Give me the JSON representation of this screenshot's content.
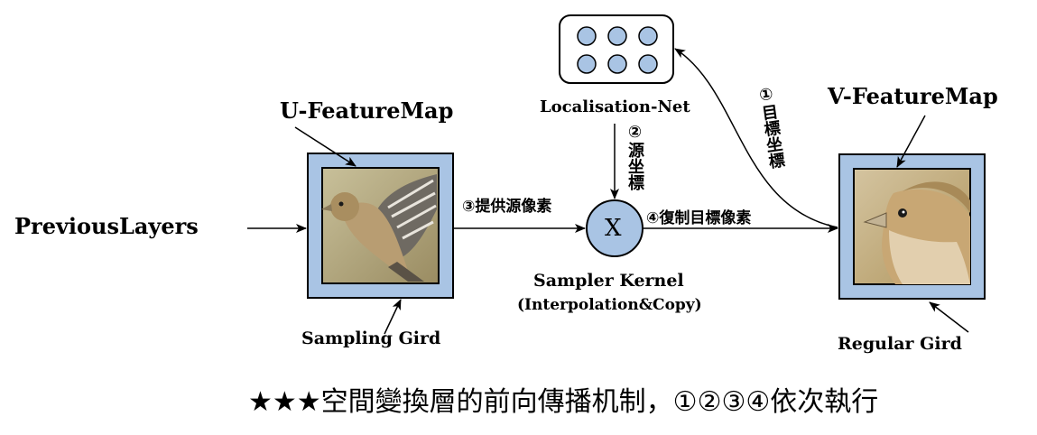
{
  "labels": {
    "previous_layers": "PreviousLayers",
    "u_feature_map": "U-FeatureMap",
    "v_feature_map": "V-FeatureMap",
    "localisation_net": "Localisation-Net",
    "sampler_kernel": "Sampler Kernel",
    "sampler_kernel_sub": "(Interpolation&Copy)",
    "sampler_symbol": "X",
    "sampling_grid": "Sampling Gird",
    "regular_grid": "Regular Gird"
  },
  "steps": {
    "step1": "①目標坐標",
    "step2": "②源坐標",
    "step3": "③提供源像素",
    "step4": "④復制目標像素"
  },
  "footer": "★★★空間變換層的前向傳播机制，①②③④依次執行",
  "colors": {
    "map_border": "#a9c4e4",
    "node_fill": "#a9c4e4",
    "photo_bg": "#c9b98c",
    "bird_body": "#b99e72",
    "bird_breast": "#c8b58c"
  }
}
